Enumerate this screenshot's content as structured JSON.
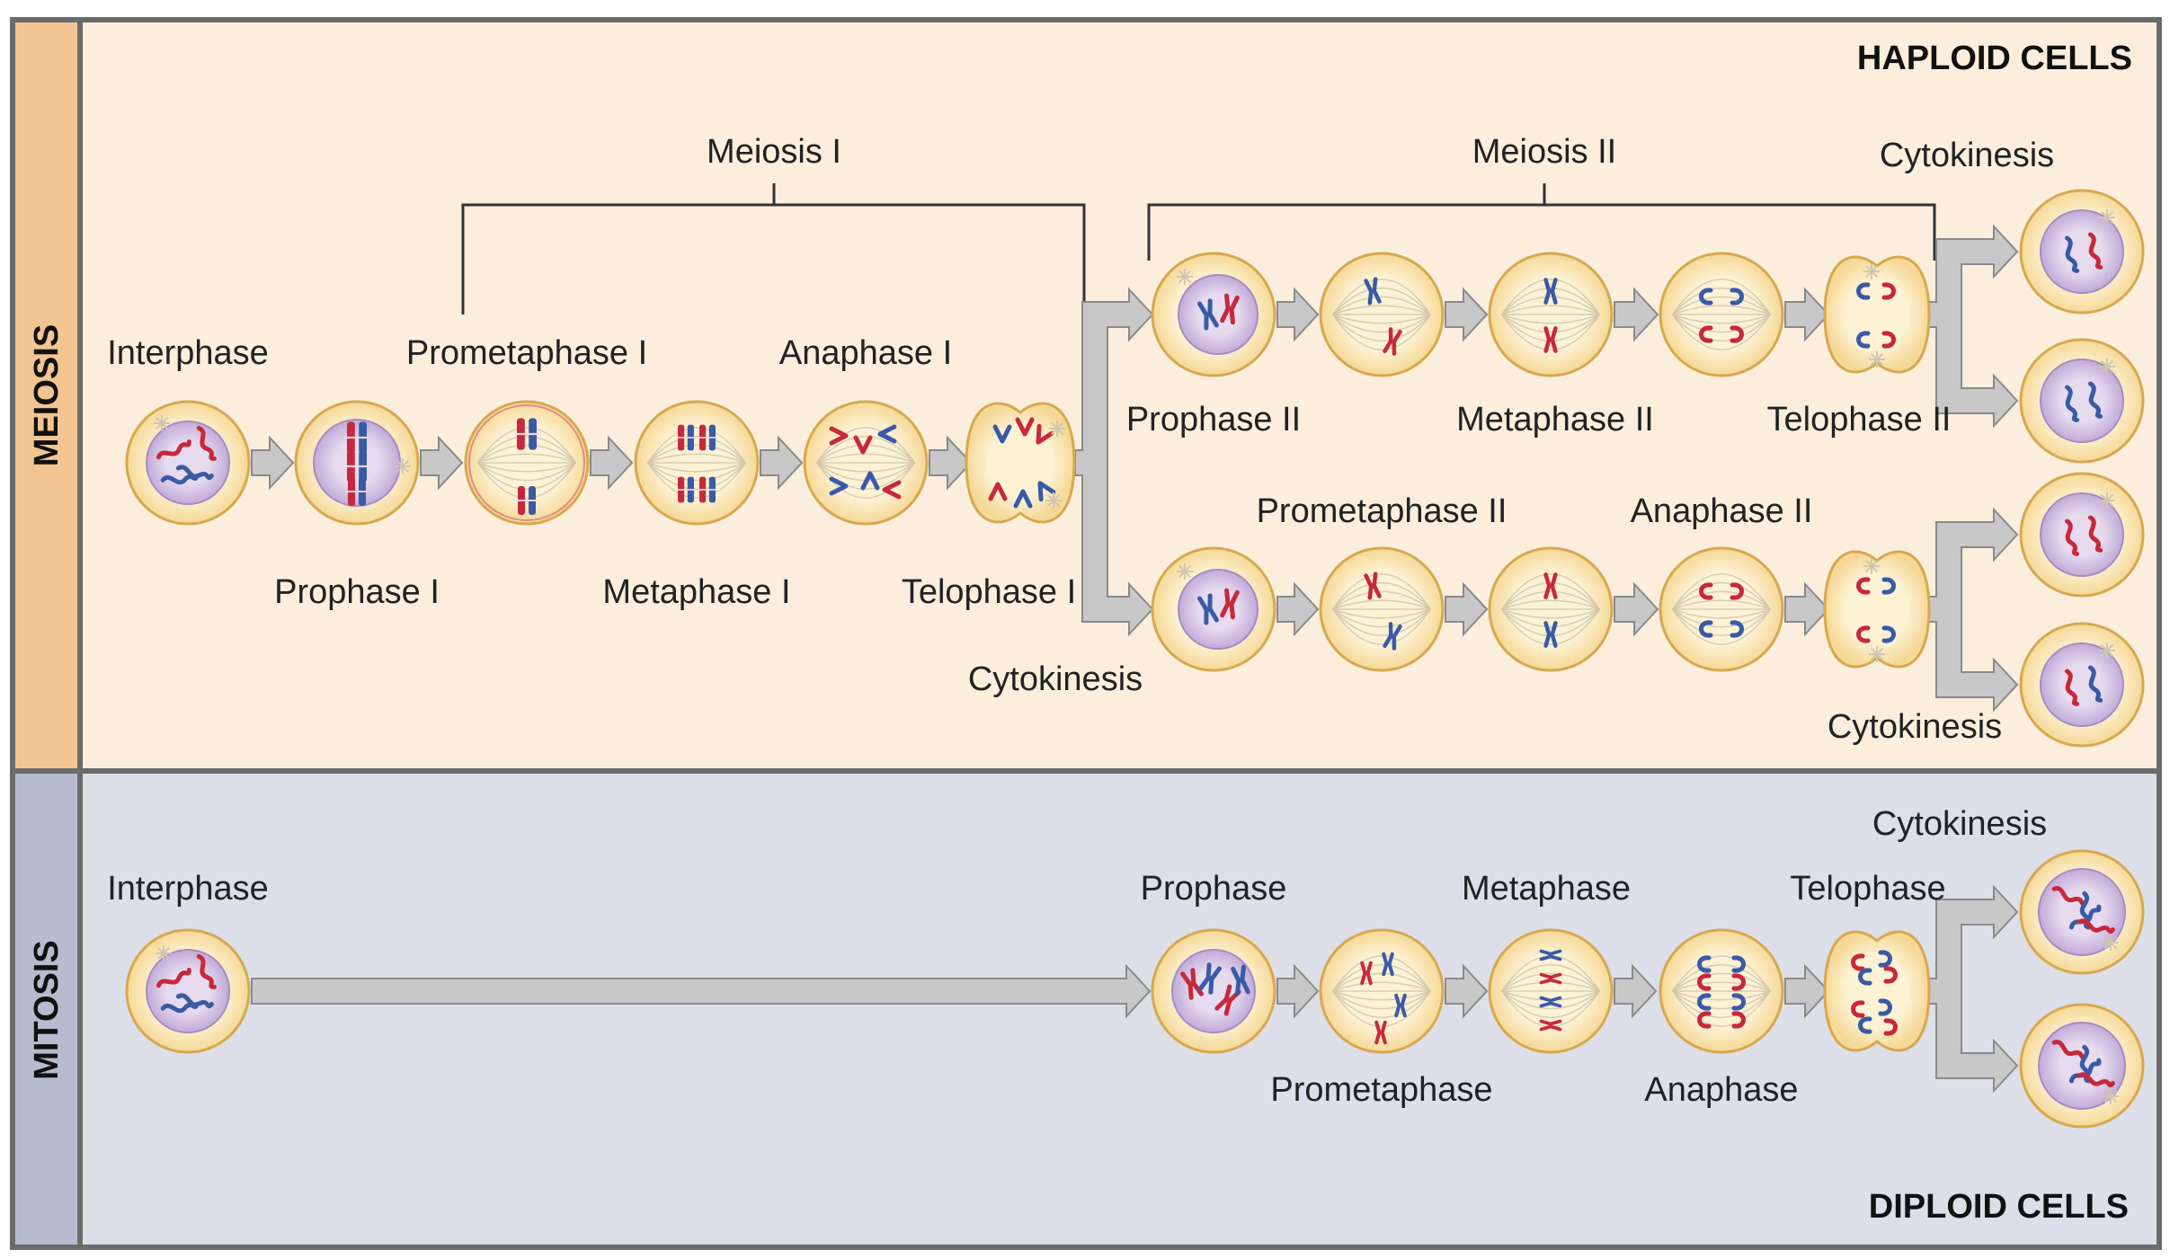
{
  "sections": {
    "meiosis_label": "MEIOSIS",
    "mitosis_label": "MITOSIS",
    "haploid_label": "HAPLOID CELLS",
    "diploid_label": "DIPLOID CELLS"
  },
  "meiosis": {
    "meiosis_i": "Meiosis I",
    "meiosis_ii": "Meiosis II",
    "interphase": "Interphase",
    "prophase_i": "Prophase I",
    "prometaphase_i": "Prometaphase I",
    "metaphase_i": "Metaphase I",
    "anaphase_i": "Anaphase I",
    "telophase_i": "Telophase I",
    "cytokinesis_i": "Cytokinesis",
    "prophase_ii": "Prophase II",
    "prometaphase_ii": "Prometaphase II",
    "metaphase_ii": "Metaphase II",
    "anaphase_ii": "Anaphase II",
    "telophase_ii": "Telophase II",
    "cytokinesis_top": "Cytokinesis",
    "cytokinesis_bottom": "Cytokinesis"
  },
  "mitosis": {
    "interphase": "Interphase",
    "prophase": "Prophase",
    "prometaphase": "Prometaphase",
    "metaphase": "Metaphase",
    "anaphase": "Anaphase",
    "telophase": "Telophase",
    "cytokinesis": "Cytokinesis"
  },
  "colors": {
    "meiosis_bg": "#fbeedd",
    "meiosis_side": "#f2c593",
    "mitosis_bg": "#dcdfe8",
    "mitosis_side": "#b6bccd",
    "border": "#6b6b6b",
    "cell_fill": "#fbe7b4",
    "cell_stroke": "#d7a84f",
    "nucleus_fill": "#d4c3e2",
    "arrow_fill": "#c8c8c8",
    "arrow_stroke": "#8a8a8a",
    "chromosome_red": "#c8283b",
    "chromosome_blue": "#3a5aa6",
    "bracket": "#333333"
  }
}
